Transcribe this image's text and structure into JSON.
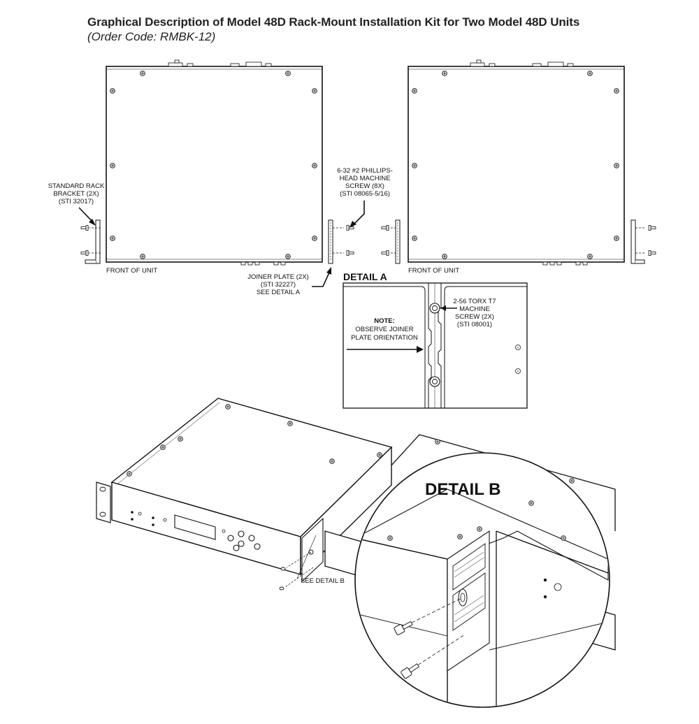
{
  "title": "Graphical Description of Model 48D Rack-Mount Installation Kit for Two Model 48D Units",
  "subtitle": "(Order Code: RMBK-12)",
  "labels": {
    "rack_bracket": [
      "STANDARD RACK",
      "BRACKET (2X)",
      "(STI 32017)"
    ],
    "phillips_screw": [
      "6-32 #2 PHILLIPS-",
      "HEAD MACHINE",
      "SCREW (8X)",
      "(STI 08065-5/16)"
    ],
    "front_left": "FRONT OF UNIT",
    "front_right": "FRONT OF UNIT",
    "joiner_plate": [
      "JOINER PLATE (2X)",
      "(STI 32227)",
      "SEE DETAIL A"
    ],
    "detail_a_title": "DETAIL A",
    "torx_screw": [
      "2-56 TORX T7",
      "MACHINE",
      "SCREW (2X)",
      "(STI 08001)"
    ],
    "note_title": "NOTE:",
    "note_text": [
      "OBSERVE JOINER",
      "PLATE ORIENTATION"
    ],
    "see_detail_b": "SEE DETAIL B",
    "detail_b_title": "DETAIL B"
  }
}
